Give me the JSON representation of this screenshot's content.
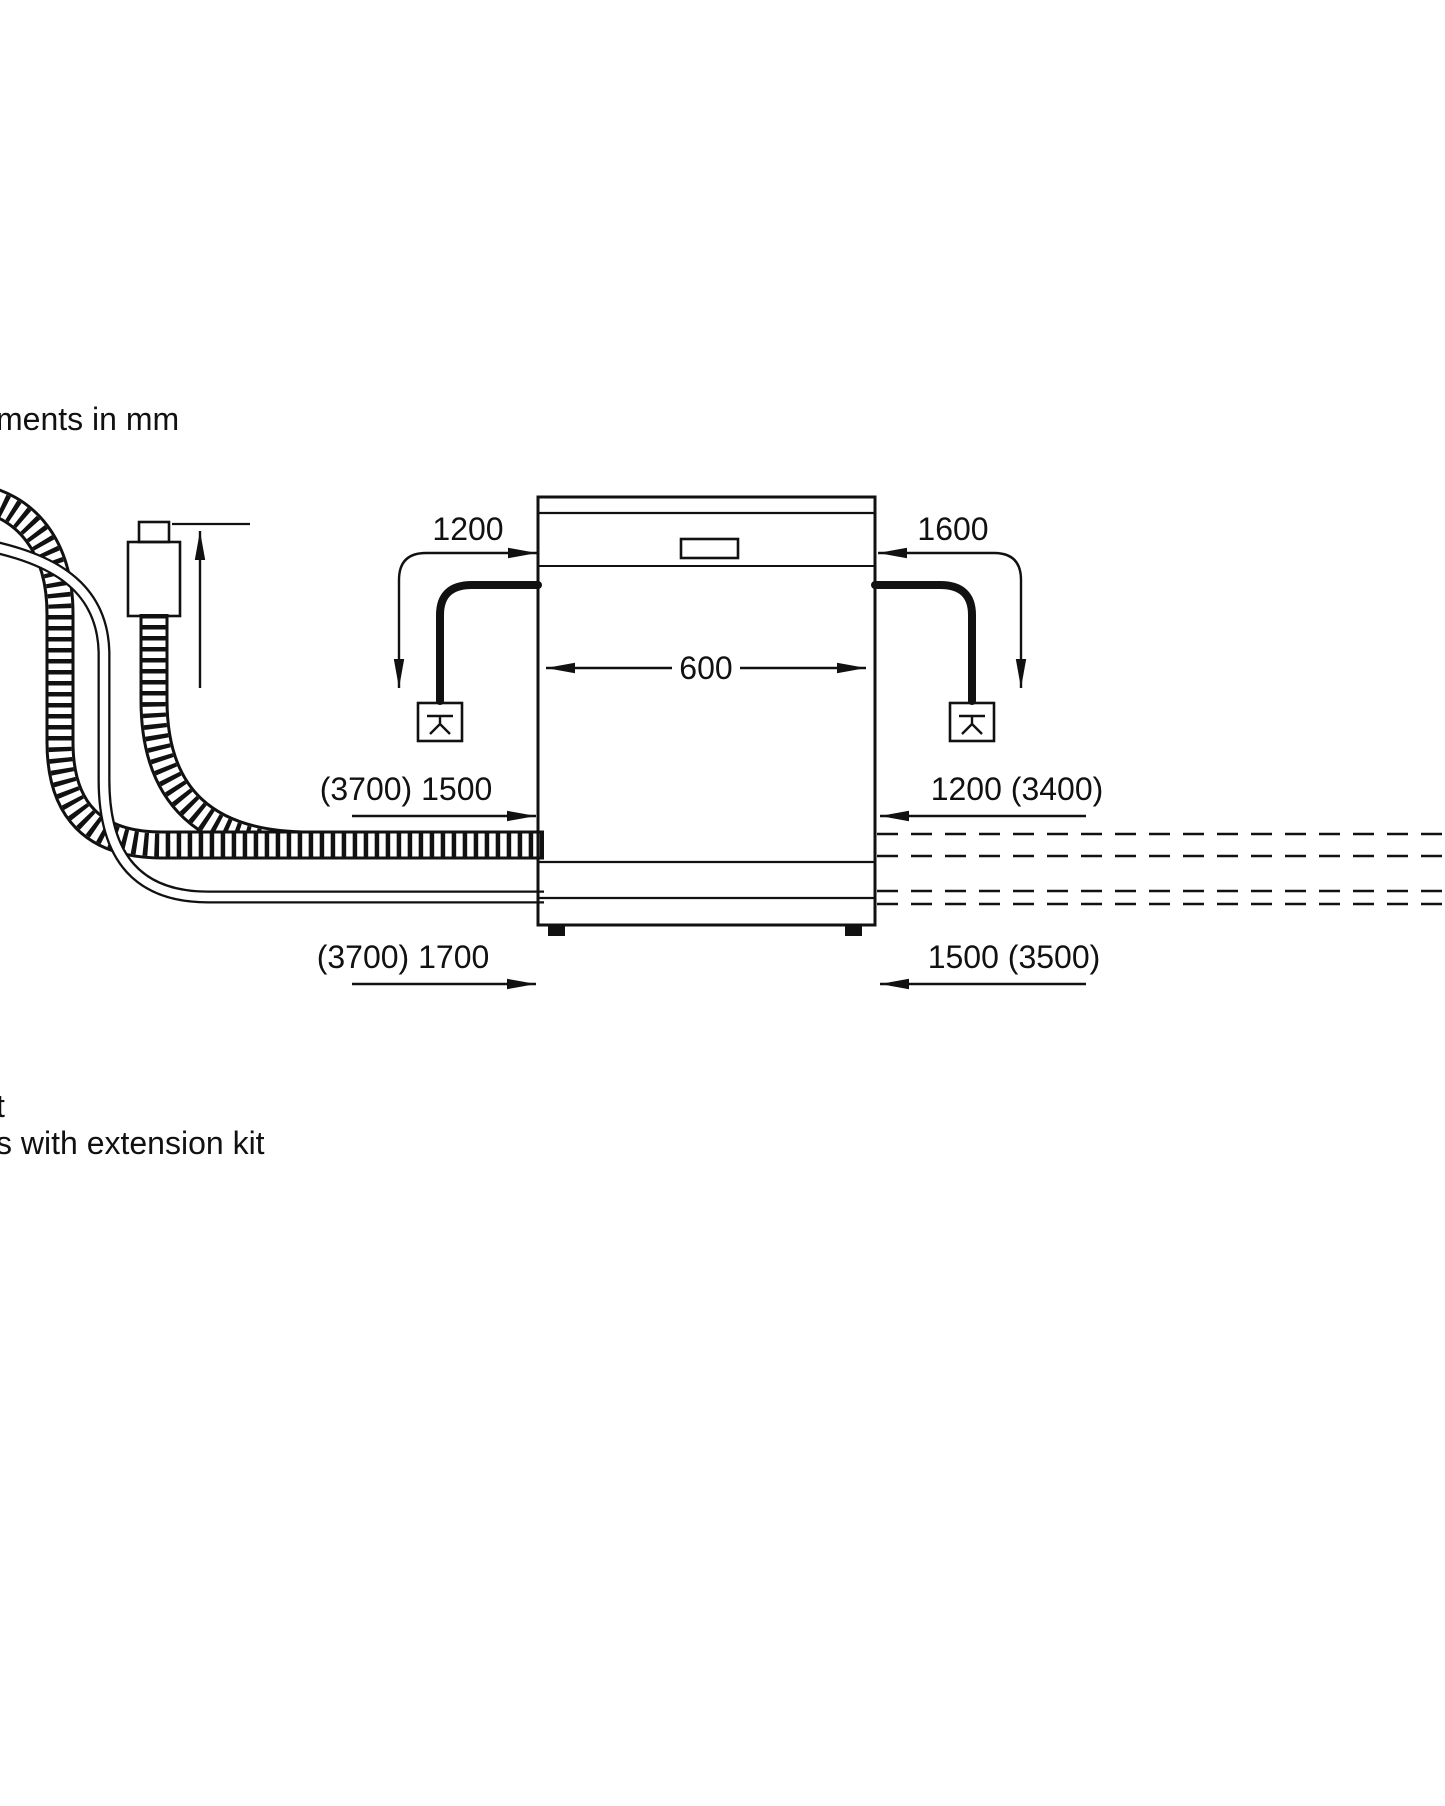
{
  "colors": {
    "ink": "#111111",
    "paper": "#ffffff"
  },
  "notes": {
    "units": "ments in mm",
    "footnote_1": "t",
    "footnote_2": "s with extension kit"
  },
  "dimensions": {
    "appliance_width": "600",
    "power_cord_left": "1200",
    "power_cord_right": "1600",
    "hose_top_left": "(3700) 1500",
    "hose_top_right": "1200 (3400)",
    "hose_bottom_left": "(3700) 1700",
    "hose_bottom_right": "1500 (3500)"
  }
}
